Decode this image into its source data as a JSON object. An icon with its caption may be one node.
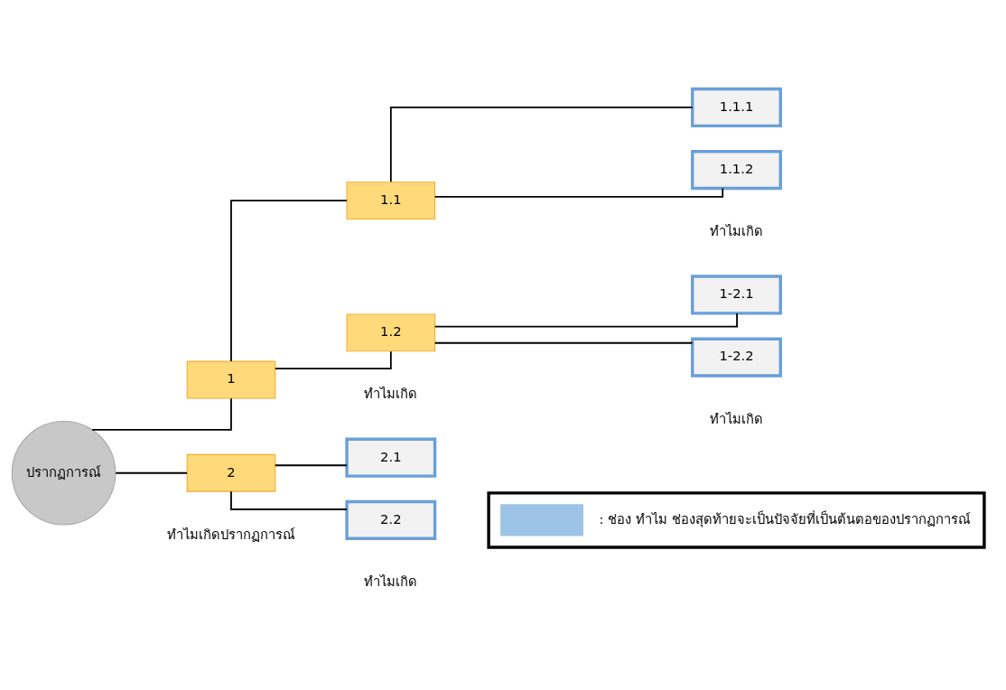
{
  "diagram": {
    "nodes": [
      {
        "text": [
          "ปรากฏการณ์"
        ]
      },
      {
        "text": [
          "1"
        ]
      },
      {
        "text": [
          "1.1"
        ]
      },
      {
        "text": [
          "1.1.1"
        ]
      },
      {
        "text": [
          "1.1.2"
        ]
      },
      {
        "text": [
          "1.2"
        ]
      },
      {
        "text": [
          "1-2.1"
        ]
      },
      {
        "text": [
          "1-2.2"
        ]
      },
      {
        "text": [
          "2"
        ]
      },
      {
        "text": [
          "2.1"
        ]
      },
      {
        "text": [
          "2.2"
        ]
      }
    ],
    "edges": [
      {
        "from": 0,
        "to": 1,
        "arrow": "none"
      },
      {
        "from": 0,
        "to": 8,
        "arrow": "none"
      },
      {
        "from": 1,
        "to": 2,
        "arrow": "none"
      },
      {
        "from": 1,
        "to": 5,
        "arrow": "none"
      },
      {
        "from": 2,
        "to": 3,
        "arrow": "none"
      },
      {
        "from": 2,
        "to": 4,
        "arrow": "none"
      },
      {
        "from": 5,
        "to": 6,
        "arrow": "none"
      },
      {
        "from": 5,
        "to": 7,
        "arrow": "none"
      },
      {
        "from": 8,
        "to": 9,
        "arrow": "none"
      },
      {
        "from": 8,
        "to": 10,
        "arrow": "none"
      }
    ],
    "labels": [
      "ทำไมเกิด",
      "ทำไมเกิด",
      "ทำไมเกิด",
      "ทำไมเกิดปรากฏการณ์",
      "ทำไมเกิด"
    ],
    "legend": [
      {
        "text": ": ช่อง ทำไม ช่องสุดท้ายจะเป็นปัจจัยที่เป็นต้นตอของปรากฏการณ์",
        "color": "#9dc3e6"
      }
    ]
  }
}
